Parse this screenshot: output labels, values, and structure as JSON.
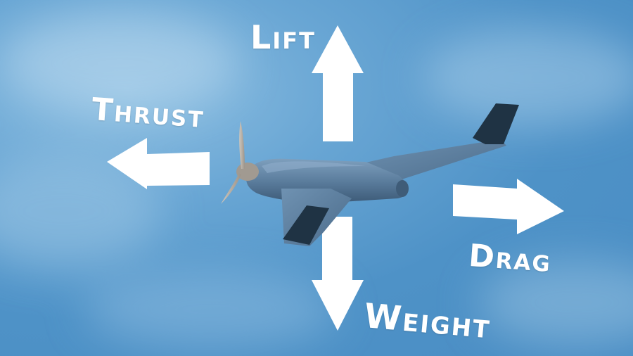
{
  "colors": {
    "sky": "#4e92c7",
    "arrow": "#ffffff",
    "aircraft_body": "#5a7c9c",
    "aircraft_wingtip": "#1f3344"
  },
  "forces": {
    "lift": "Lift",
    "thrust": "Thrust",
    "drag": "Drag",
    "weight": "Weight"
  }
}
